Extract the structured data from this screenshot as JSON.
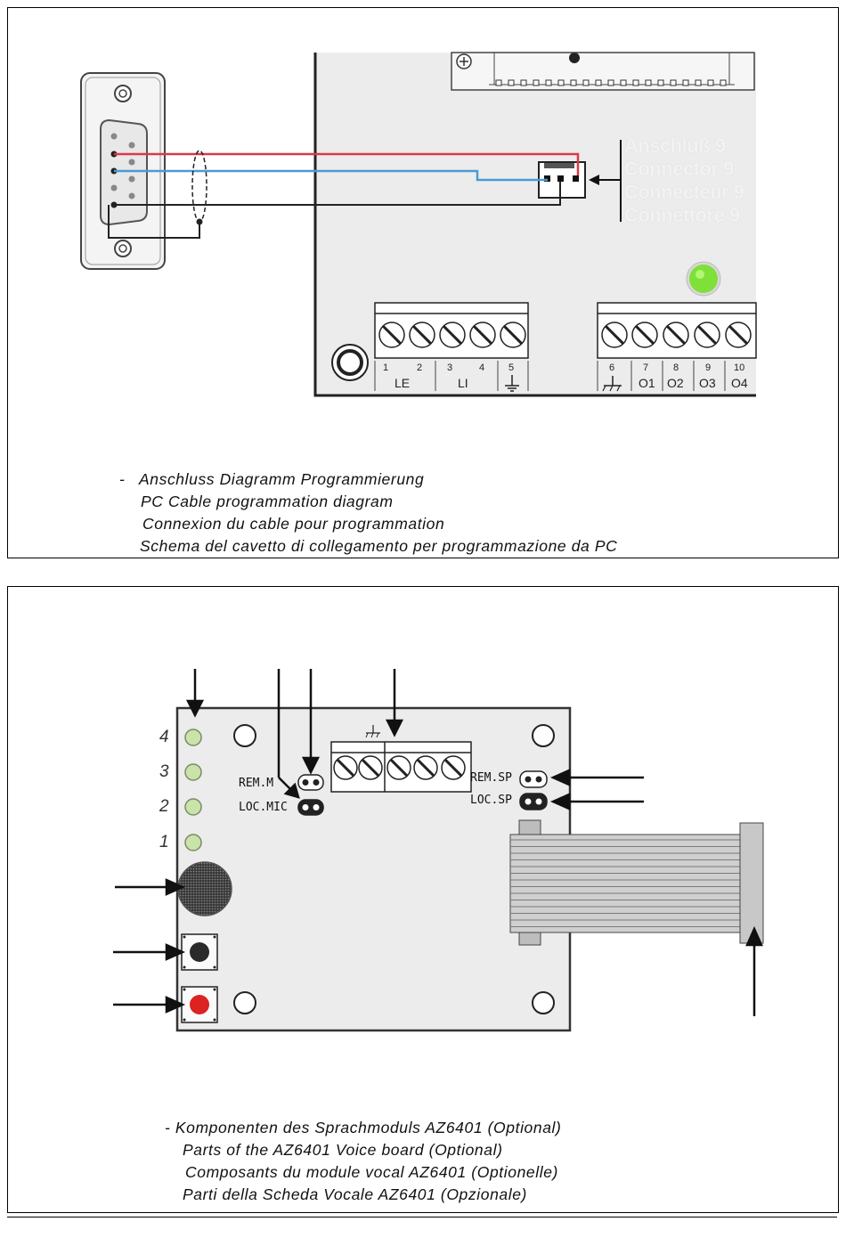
{
  "panel1": {
    "connector_label": [
      "Anschluß 9",
      "Connector 9",
      "Connecteur 9",
      "Connettore 9"
    ],
    "terminal_numbers_left": [
      "1",
      "2",
      "3",
      "4",
      "5"
    ],
    "terminal_groups_left": [
      "LE",
      "LI"
    ],
    "terminal_numbers_right": [
      "6",
      "7",
      "8",
      "9",
      "10"
    ],
    "terminal_groups_right": [
      "O1",
      "O2",
      "O3",
      "O4"
    ],
    "wire_colors": {
      "red": "#d83a4a",
      "blue": "#4a9bd6",
      "black": "#222222"
    },
    "led_color": "#7fe03a",
    "caption": {
      "prefix": "-",
      "lines": [
        "Anschluss Diagramm Programmierung",
        "PC Cable programmation diagram",
        "Connexion du cable pour programmation",
        "Schema del cavetto di collegamento per programmazione da PC"
      ]
    }
  },
  "panel2": {
    "led_numbers": [
      "4",
      "3",
      "2",
      "1"
    ],
    "jumper_labels": {
      "rem_mic": "REM.M",
      "loc_mic": "LOC.MIC",
      "rem_sp": "REM.SP",
      "loc_sp": "LOC.SP"
    },
    "ground_symbol": "⏚",
    "button_colors": {
      "black": "#2a2a2a",
      "red": "#dd2222"
    },
    "caption": {
      "lines": [
        "- Komponenten des Sprachmoduls AZ6401 (Optional)",
        "Parts of the AZ6401 Voice board (Optional)",
        "Composants du module vocal AZ6401 (Optionelle)",
        "Parti della Scheda Vocale AZ6401 (Opzionale)"
      ]
    }
  }
}
